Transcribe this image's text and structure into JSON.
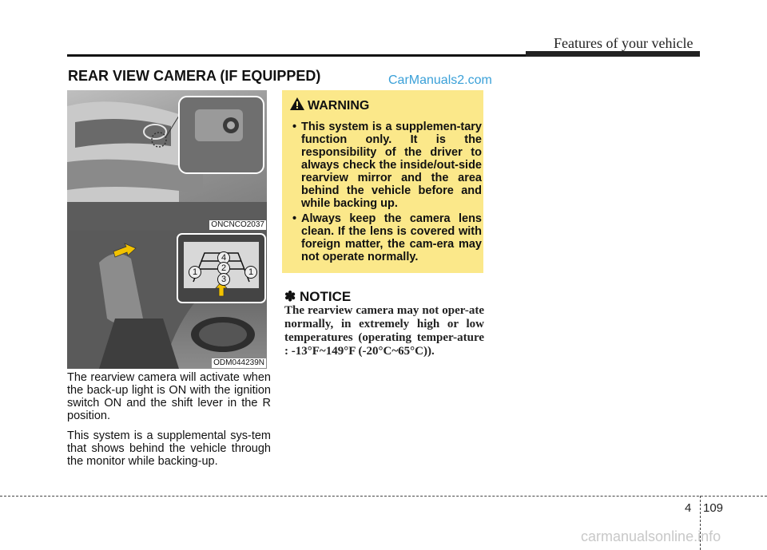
{
  "header": {
    "section": "Features of your vehicle"
  },
  "title": "REAR VIEW CAMERA (IF EQUIPPED)",
  "watermark_top": "CarManuals2.com",
  "figures": {
    "fig1_label": "ONCNCO2037",
    "fig2_label": "ODM044239N",
    "guide_numbers": [
      "4",
      "2",
      "3",
      "1",
      "1"
    ]
  },
  "body": {
    "para1": "The rearview camera will activate when the back-up light is ON with the ignition switch ON and the shift lever in the R position.",
    "para2": "This system is a supplemental sys-tem that shows behind the vehicle through the monitor while backing-up."
  },
  "warning": {
    "title": "WARNING",
    "bullet": "•",
    "items": [
      "This system is a supplemen-tary function only. It is the responsibility of the driver to always check the inside/out-side rearview mirror and the area behind the vehicle before and while backing up.",
      "Always keep the camera lens clean. If the lens is covered with foreign matter, the cam-era may not operate normally."
    ]
  },
  "notice": {
    "title": "✽ NOTICE",
    "text": "The rearview camera may not oper-ate normally, in extremely high or low temperatures (operating temper-ature : -13°F~149°F (-20°C~65°C))."
  },
  "footer": {
    "chapter": "4",
    "page": "109",
    "watermark": "carmanualsonline.info"
  },
  "colors": {
    "warning_bg": "#fbe88a",
    "watermark_top": "#3aa0d8",
    "arrow": "#f2c200"
  }
}
